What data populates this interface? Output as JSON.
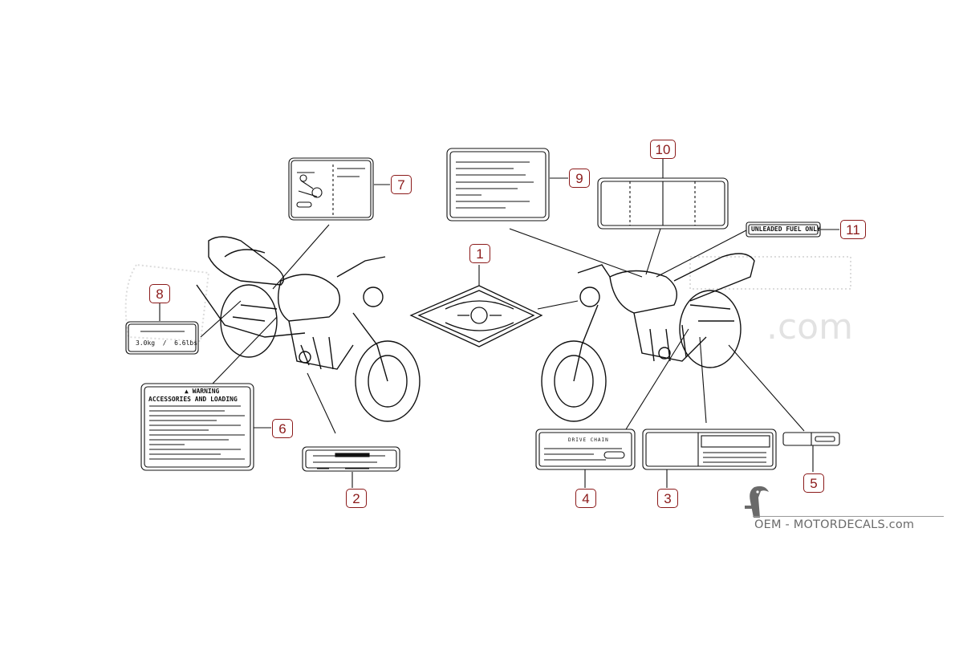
{
  "callouts": [
    "1",
    "2",
    "3",
    "4",
    "5",
    "6",
    "7",
    "8",
    "9",
    "10",
    "11"
  ],
  "labels": {
    "unleaded": "UNLEADED FUEL ONLY",
    "weight": "3.0kg  /  6.6lbs",
    "warning_title": "WARNING",
    "warning_sub": "ACCESSORIES AND LOADING",
    "drive_chain": "DRIVE CHAIN"
  },
  "watermark": {
    "text": ".com"
  },
  "brand": {
    "text": "OEM - MOTORDECALS.com"
  },
  "colors": {
    "callout": "#8b1a1a",
    "lines": "#111111",
    "watermark": "#dcdcdc",
    "brand": "#6a6a6a"
  }
}
